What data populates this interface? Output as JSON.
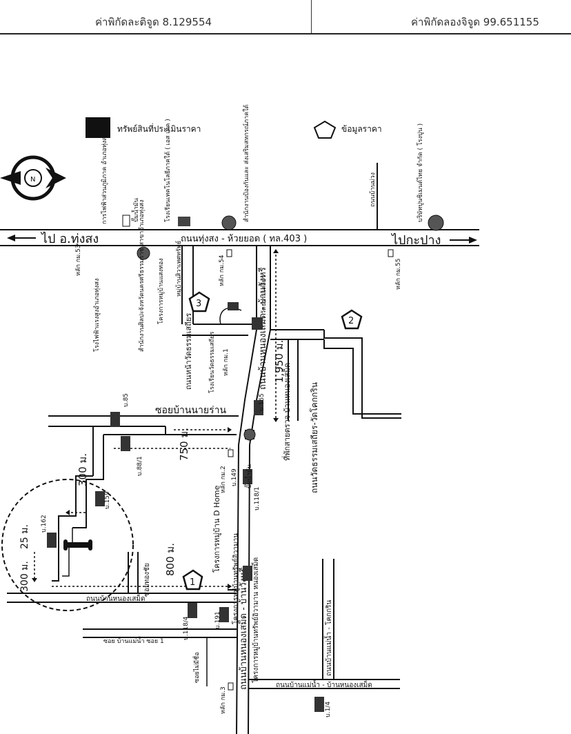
{
  "header": {
    "latitude": "ค่าพิกัดละติจูด 8.129554",
    "longitude": "ค่าพิกัดลองจิจูด 99.651155"
  },
  "legend": {
    "property_label": "ทรัพย์สินที่ประเมินราคา",
    "price_data_label": "ข้อมูลราคา"
  },
  "compass": {
    "north": "N",
    "icon": "compass-icon"
  },
  "roads": {
    "main_road": "ถนนทุ่งสง - ห้วยยอด ( ทล.403 )",
    "to_thungsong": "ไป อ.ทุ่งสง",
    "to_kapang": "ไปกะปาง",
    "soi_nairan": "ซอยบ้านนายร่าน",
    "road_wat_nonghin": "ถนนหน้าวัดธรรมเสถียร",
    "road_nongsamet_left": "ถนนบ้านหนองเสม็ด",
    "soi_ban_maenam": "ซอย บ้านแม่น้ำ ซอย 1",
    "road_maenam_nongsamet": "ถนนบ้านแม่น้ำ - บ้านหนองเสม็ด",
    "road_maenam_kokkrin": "ถนนบ้านแม่น้ำ - โคกกริน",
    "road_nongsamet_wangri": "ถนนบ้านหนองเสม็ด - บ้านวังหรี",
    "road_wat_kokkrin": "ถนนวัดธรรมเสถียร-วัดโคกกริน",
    "road_ban_muang": "ถนนบ้านม่วง",
    "soi_thongchai": "ซอยทองชัย",
    "soi_mai_mi_chue": "ซอยไม่มีชื่อ"
  },
  "distances": [
    "300 ม.",
    "25 ม.",
    "300 ม.",
    "800 ม.",
    "750 ม.",
    "1,950 ม."
  ],
  "markers": {
    "km55": "หลัก กม.55",
    "km54": "หลัก กม.54",
    "km53": "หลัก กม.53",
    "km1": "หลัก กม.1",
    "km2": "หลัก กม.2",
    "km3": "หลัก กม.3"
  },
  "houses": {
    "b85": "บ.85",
    "b88": "บ.88/1",
    "b159": "บ.159",
    "b162": "บ.162",
    "b149": "บ.149",
    "b118_1": "บ.118/1",
    "b118_4": "บ.118/4",
    "b191": "บ.191",
    "b165": "บ.165",
    "b1_4": "บ.1/4"
  },
  "landmarks": {
    "pea": "การไฟฟ้าส่วนภูมิภาค อำเภอทุ่งสง",
    "gas": "ปั๊มน้ำมัน",
    "school_tech": "โรงเรียนเทคโนโลยีภาคใต้ ( เอส เทค )",
    "office_coop": "สำนักงานป้องกันและ ส่งเสริมสหกรณ์ภาคใต้",
    "cement": "บริษัทปูนซิเมนต์ไทย จำกัด ( โรงปูน )",
    "hospital": "โรงไฟฟ้าแรงสูงอำเภอทุ่งสง",
    "temple_office": "สำนักงานศิลปะจังหวัดนครศรีธรรมราช สาขาอำเภอทุ่งสง",
    "village_project": "โครงการหมู่บ้านแสงทอง",
    "village_mall": "หมู่บ้านสิวาเทศทรัพย์",
    "school_wat": "โรงเรียนวัดธรรมเสถียร",
    "temple": "วัดธรรมเสถียร",
    "rest_area": "ที่พักสายตรวจ บ้านหนองเสม็ด",
    "gas2": "ปั๊มน้ำมัน",
    "dhome": "โครงการหมู่บ้าน D Home",
    "village_mansion": "โครงการหมู่บ้านทรัพย์อิวามาน หนองเสม็ด",
    "village_3": "โครงการหมู่บ้านทรัพย์อิวามาน"
  },
  "price_points": [
    "1",
    "2",
    "3"
  ]
}
